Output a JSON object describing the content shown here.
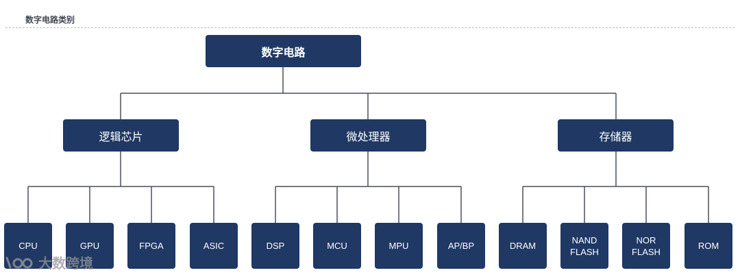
{
  "header": {
    "title": "数字电路类别"
  },
  "diagram": {
    "root": "数字电路",
    "categories": [
      {
        "label": "逻辑芯片",
        "children": [
          "CPU",
          "GPU",
          "FPGA",
          "ASIC"
        ]
      },
      {
        "label": "微处理器",
        "children": [
          "DSP",
          "MCU",
          "MPU",
          "AP/BP"
        ]
      },
      {
        "label": "存储器",
        "children": [
          "DRAM",
          "NAND\nFLASH",
          "NOR\nFLASH",
          "ROM"
        ]
      }
    ]
  },
  "watermark": {
    "text": "大数跨境",
    "logo_icon": "ebrun-logo-icon"
  },
  "colors": {
    "node_fill": "#1f3864",
    "node_text": "#ffffff",
    "connector": "#4a4f5c"
  }
}
